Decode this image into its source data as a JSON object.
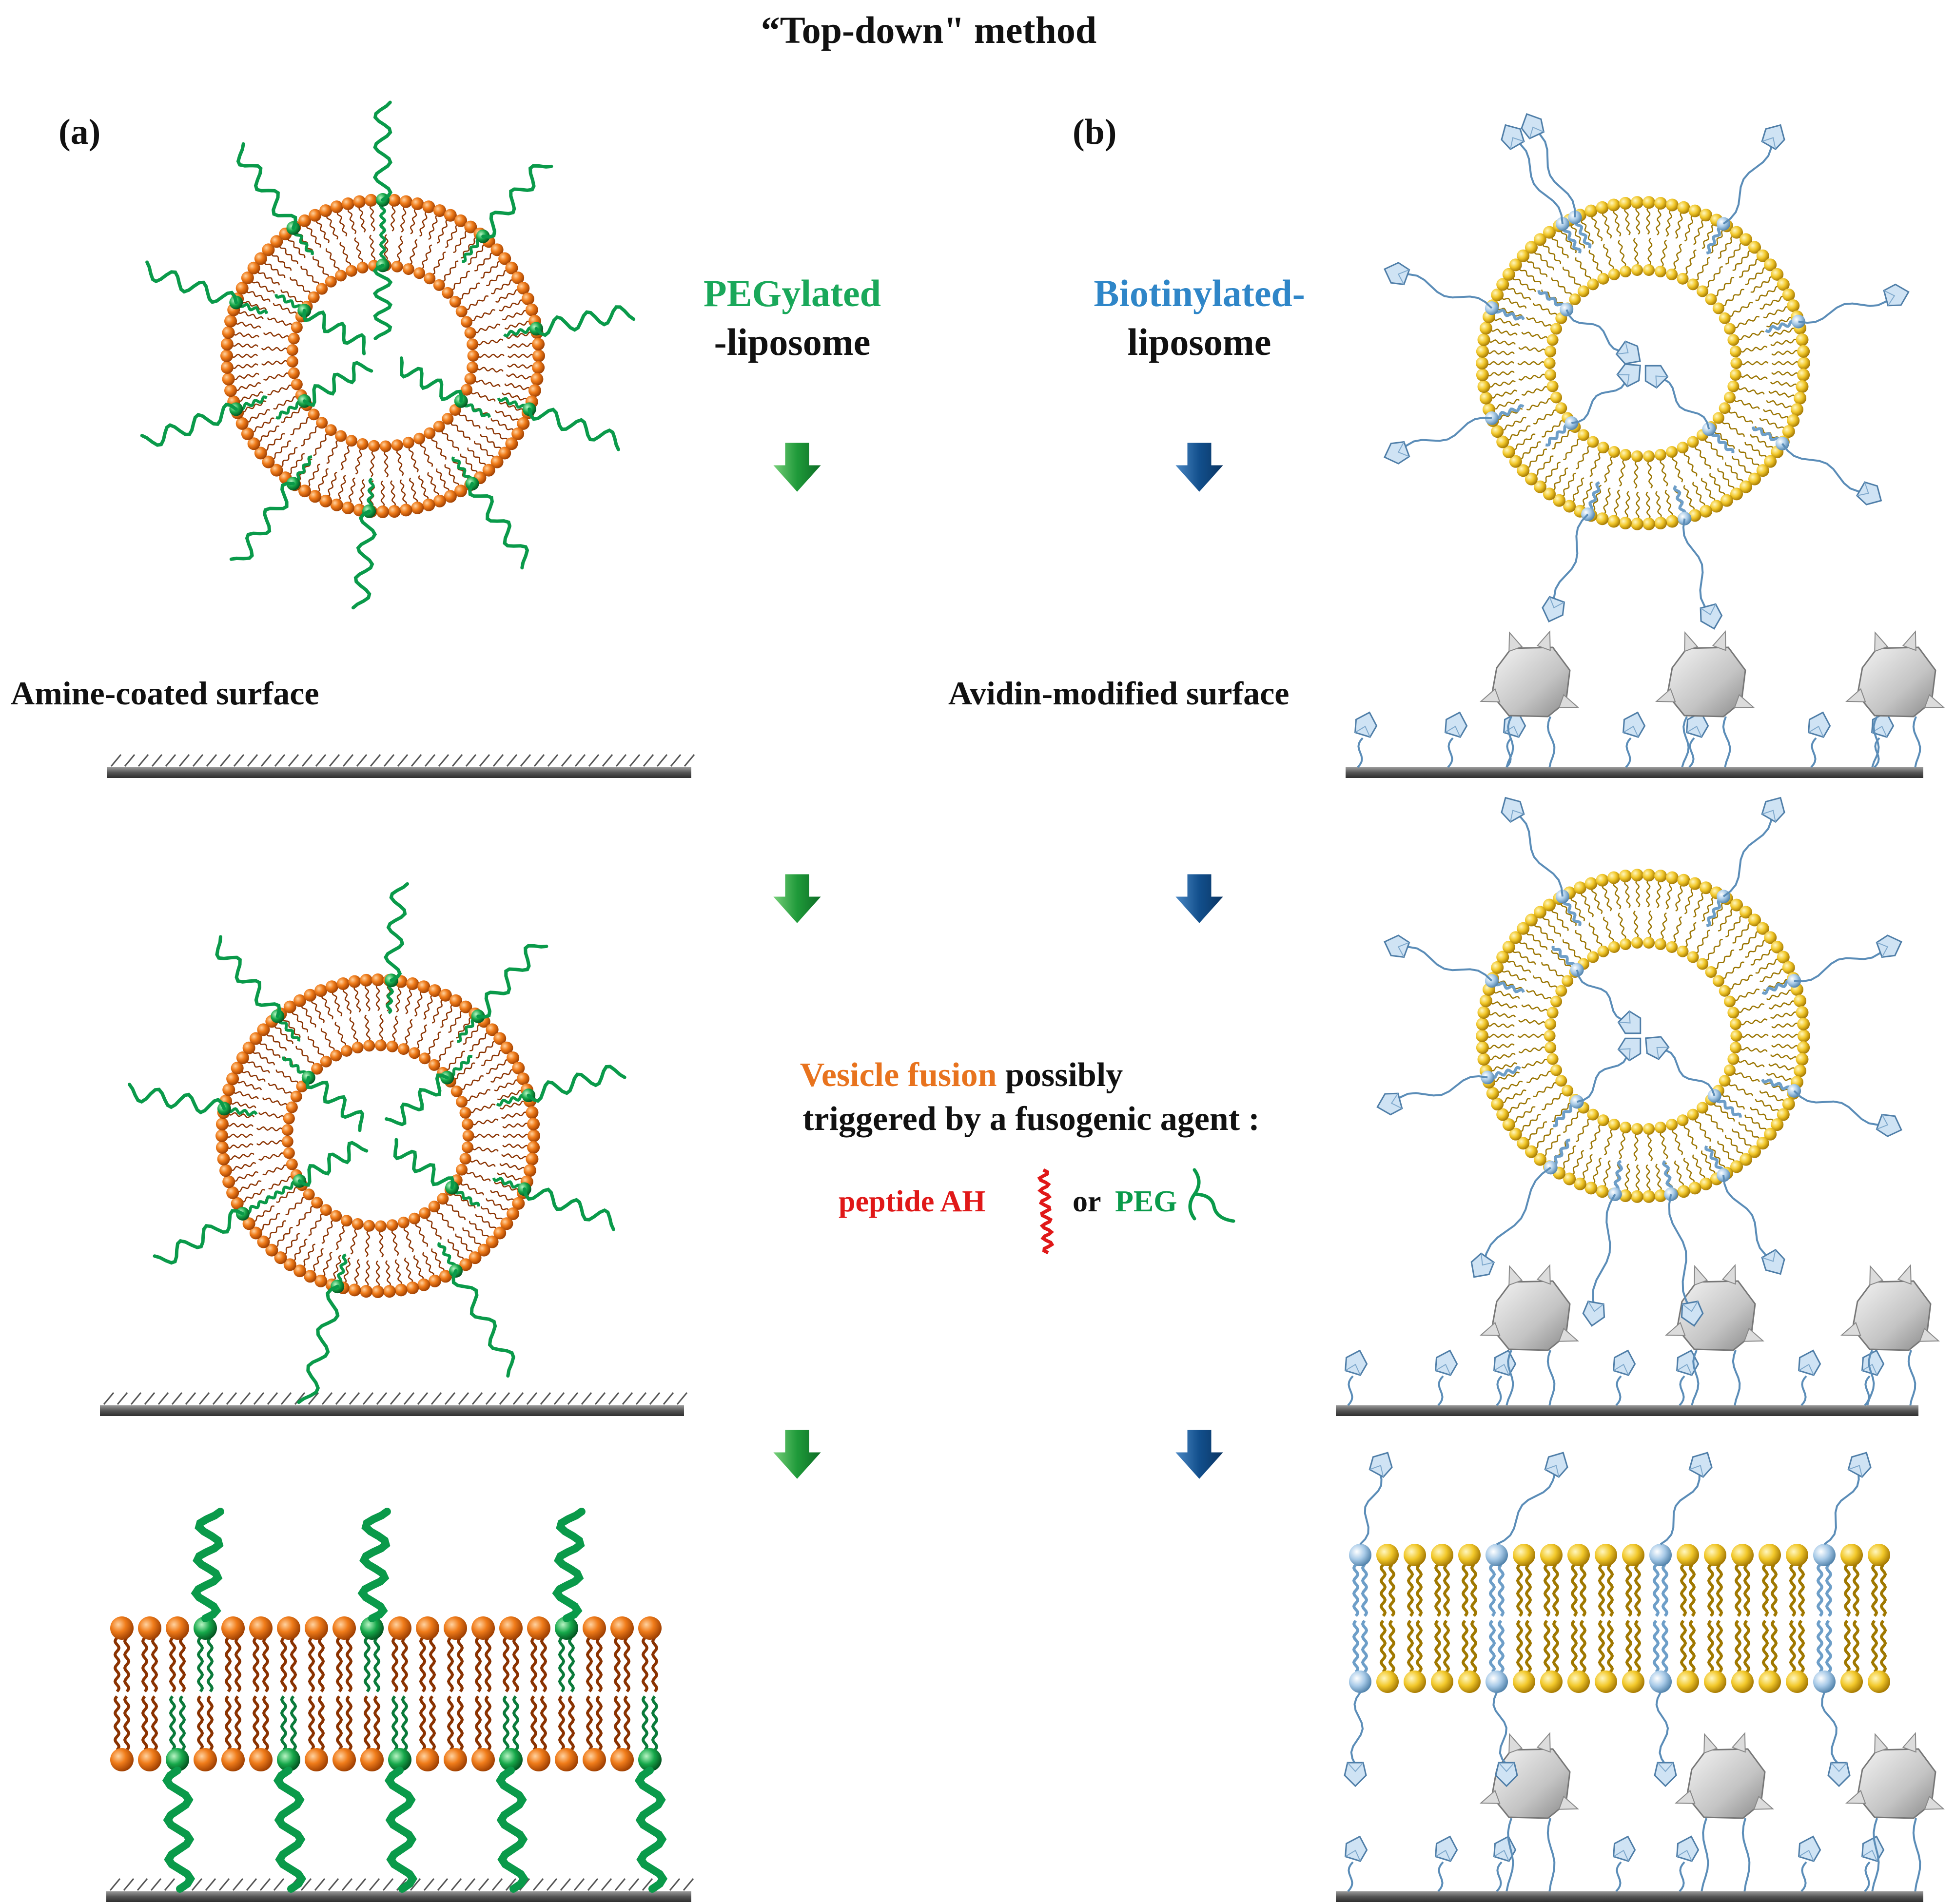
{
  "title": "“Top-down\" method",
  "panel_a": {
    "label": "(a)",
    "liposome_name_line1": "PEGylated",
    "liposome_name_line2": "-liposome",
    "surface_label": "Amine-coated surface"
  },
  "panel_b": {
    "label": "(b)",
    "liposome_name_line1": "Biotinylated-",
    "liposome_name_line2": "liposome",
    "surface_label": "Avidin-modified surface"
  },
  "fusion_note": {
    "highlight": "Vesicle fusion",
    "rest_line1": " possibly",
    "line2": "triggered by a fusogenic agent :",
    "agent_1": "peptide AH",
    "connector": "or",
    "agent_2": "PEG"
  },
  "colors": {
    "peg_green": "#0a9a4a",
    "pegylated_text": "#1aa85a",
    "lipid_orange": "#f07c1a",
    "biotin_blue": "#2f86c8",
    "lipid_gold": "#f0c020",
    "fusion_orange": "#e8731e",
    "peptide_red": "#e01818",
    "arrow_green": "#1f9a3a",
    "arrow_blue": "#124f8c",
    "surface_gray": "#555555",
    "avidin_gray": "#c8c8c8"
  }
}
